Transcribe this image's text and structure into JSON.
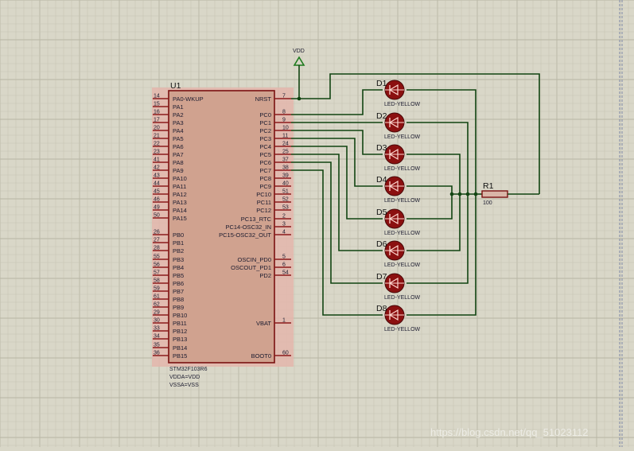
{
  "grid": {
    "minor": "#c6c4b3",
    "major": "#b8b6a4",
    "background": "#d9d7c8"
  },
  "colors": {
    "wire": "#114411",
    "pin": "#8b1a1a",
    "body": "#d0a28f",
    "body_border": "#7a1010",
    "highlight": "#e8b9b0",
    "led": "#8b1010",
    "vdd": "#1c7a1c"
  },
  "power": {
    "label": "VDD"
  },
  "chip": {
    "ref": "U1",
    "part": "STM32F103R6",
    "notes": [
      "VDDA=VDD",
      "VSSA=VSS"
    ],
    "left_pins": [
      {
        "num": "14",
        "name": "PA0-WKUP"
      },
      {
        "num": "15",
        "name": "PA1"
      },
      {
        "num": "16",
        "name": "PA2"
      },
      {
        "num": "17",
        "name": "PA3"
      },
      {
        "num": "20",
        "name": "PA4"
      },
      {
        "num": "21",
        "name": "PA5"
      },
      {
        "num": "22",
        "name": "PA6"
      },
      {
        "num": "23",
        "name": "PA7"
      },
      {
        "num": "41",
        "name": "PA8"
      },
      {
        "num": "42",
        "name": "PA9"
      },
      {
        "num": "43",
        "name": "PA10"
      },
      {
        "num": "44",
        "name": "PA11"
      },
      {
        "num": "45",
        "name": "PA12"
      },
      {
        "num": "46",
        "name": "PA13"
      },
      {
        "num": "49",
        "name": "PA14"
      },
      {
        "num": "50",
        "name": "PA15"
      },
      {
        "num": "26",
        "name": "PB0"
      },
      {
        "num": "27",
        "name": "PB1"
      },
      {
        "num": "28",
        "name": "PB2"
      },
      {
        "num": "55",
        "name": "PB3"
      },
      {
        "num": "56",
        "name": "PB4"
      },
      {
        "num": "57",
        "name": "PB5"
      },
      {
        "num": "58",
        "name": "PB6"
      },
      {
        "num": "59",
        "name": "PB7"
      },
      {
        "num": "61",
        "name": "PB8"
      },
      {
        "num": "62",
        "name": "PB9"
      },
      {
        "num": "29",
        "name": "PB10"
      },
      {
        "num": "30",
        "name": "PB11"
      },
      {
        "num": "33",
        "name": "PB12"
      },
      {
        "num": "34",
        "name": "PB13"
      },
      {
        "num": "35",
        "name": "PB14"
      },
      {
        "num": "36",
        "name": "PB15"
      }
    ],
    "right_pins": [
      {
        "num": "7",
        "name": "NRST"
      },
      {
        "num": "8",
        "name": "PC0"
      },
      {
        "num": "9",
        "name": "PC1"
      },
      {
        "num": "10",
        "name": "PC2"
      },
      {
        "num": "11",
        "name": "PC3"
      },
      {
        "num": "24",
        "name": "PC4"
      },
      {
        "num": "25",
        "name": "PC5"
      },
      {
        "num": "37",
        "name": "PC6"
      },
      {
        "num": "38",
        "name": "PC7"
      },
      {
        "num": "39",
        "name": "PC8"
      },
      {
        "num": "40",
        "name": "PC9"
      },
      {
        "num": "51",
        "name": "PC10"
      },
      {
        "num": "52",
        "name": "PC11"
      },
      {
        "num": "53",
        "name": "PC12"
      },
      {
        "num": "2",
        "name": "PC13_RTC"
      },
      {
        "num": "3",
        "name": "PC14-OSC32_IN"
      },
      {
        "num": "4",
        "name": "PC15-OSC32_OUT"
      },
      {
        "num": "5",
        "name": "OSCIN_PD0"
      },
      {
        "num": "6",
        "name": "OSCOUT_PD1"
      },
      {
        "num": "54",
        "name": "PD2"
      },
      {
        "num": "1",
        "name": "VBAT"
      },
      {
        "num": "60",
        "name": "BOOT0"
      }
    ]
  },
  "leds": [
    {
      "ref": "D1",
      "value": "LED-YELLOW"
    },
    {
      "ref": "D2",
      "value": "LED-YELLOW"
    },
    {
      "ref": "D3",
      "value": "LED-YELLOW"
    },
    {
      "ref": "D4",
      "value": "LED-YELLOW"
    },
    {
      "ref": "D5",
      "value": "LED-YELLOW"
    },
    {
      "ref": "D6",
      "value": "LED-YELLOW"
    },
    {
      "ref": "D7",
      "value": "LED-YELLOW"
    },
    {
      "ref": "D8",
      "value": "LED-YELLOW"
    }
  ],
  "resistor": {
    "ref": "R1",
    "value": "100"
  },
  "watermark": "https://blog.csdn.net/qq_51023112"
}
